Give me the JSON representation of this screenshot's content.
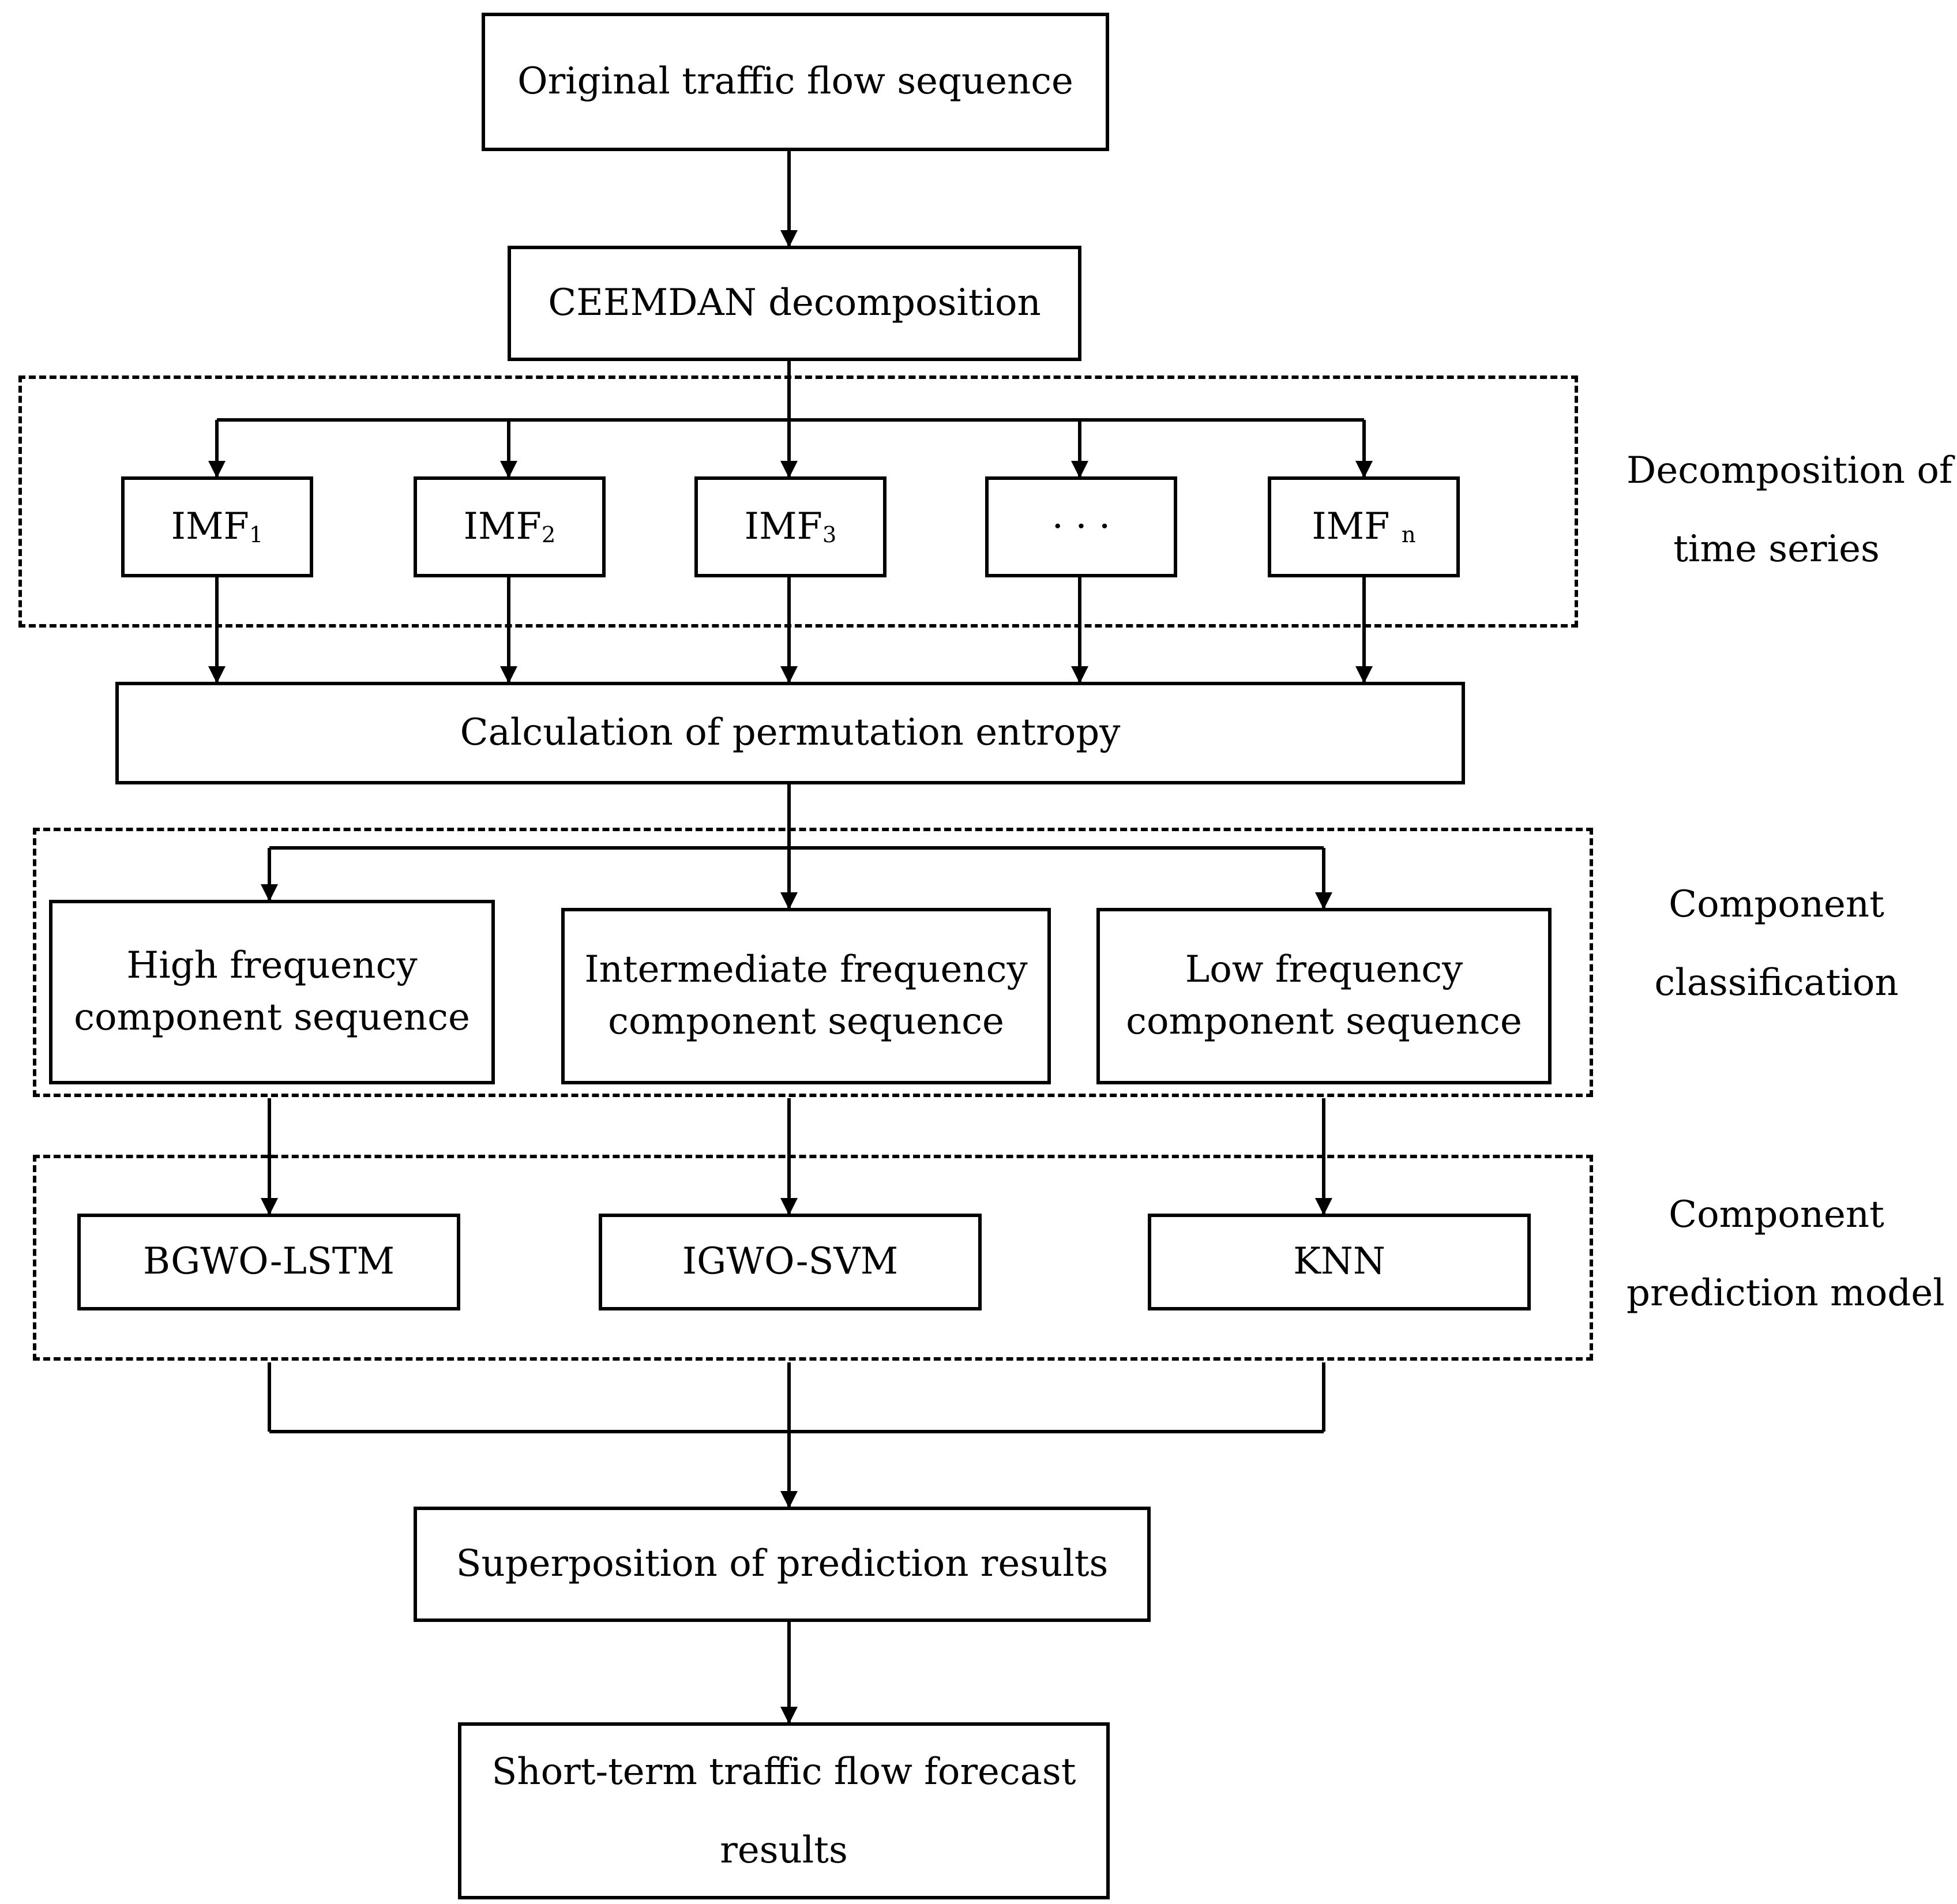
{
  "nodes": {
    "original": "Original traffic flow sequence",
    "ceemdan": "CEEMDAN decomposition",
    "imf1": {
      "base": "IMF",
      "sub": "1"
    },
    "imf2": {
      "base": "IMF",
      "sub": "2"
    },
    "imf3": {
      "base": "IMF",
      "sub": "3"
    },
    "imf_dots": "· · ·",
    "imfn": {
      "base": "IMF",
      "sub": "n"
    },
    "entropy": "Calculation of permutation entropy",
    "high": [
      "High frequency",
      "component sequence"
    ],
    "intermediate": [
      "Intermediate frequency",
      "component sequence"
    ],
    "low": [
      "Low frequency",
      "component sequence"
    ],
    "bgwo": "BGWO-LSTM",
    "igwo": "IGWO-SVM",
    "knn": "KNN",
    "superposition": "Superposition of prediction results",
    "forecast": [
      "Short-term traffic flow forecast",
      "results"
    ]
  },
  "side_labels": {
    "decomposition": [
      "Decomposition of",
      "time series"
    ],
    "classification": [
      "Component",
      "classification"
    ],
    "prediction": [
      "Component",
      "prediction model"
    ]
  }
}
